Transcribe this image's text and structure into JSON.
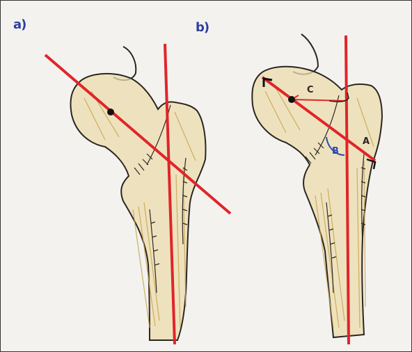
{
  "panels": {
    "a": {
      "label": "a)"
    },
    "b": {
      "label": "b)"
    }
  },
  "annotations": {
    "A": "A",
    "B": "B",
    "C": "C"
  },
  "colors": {
    "axis_line": "#e0252a",
    "bone_outline": "#2a2520",
    "bone_fill": "#ecdcae",
    "shading": "#c9a34f",
    "label_blue": "#2c3f9e",
    "arc_blue": "#2c4ab0"
  }
}
